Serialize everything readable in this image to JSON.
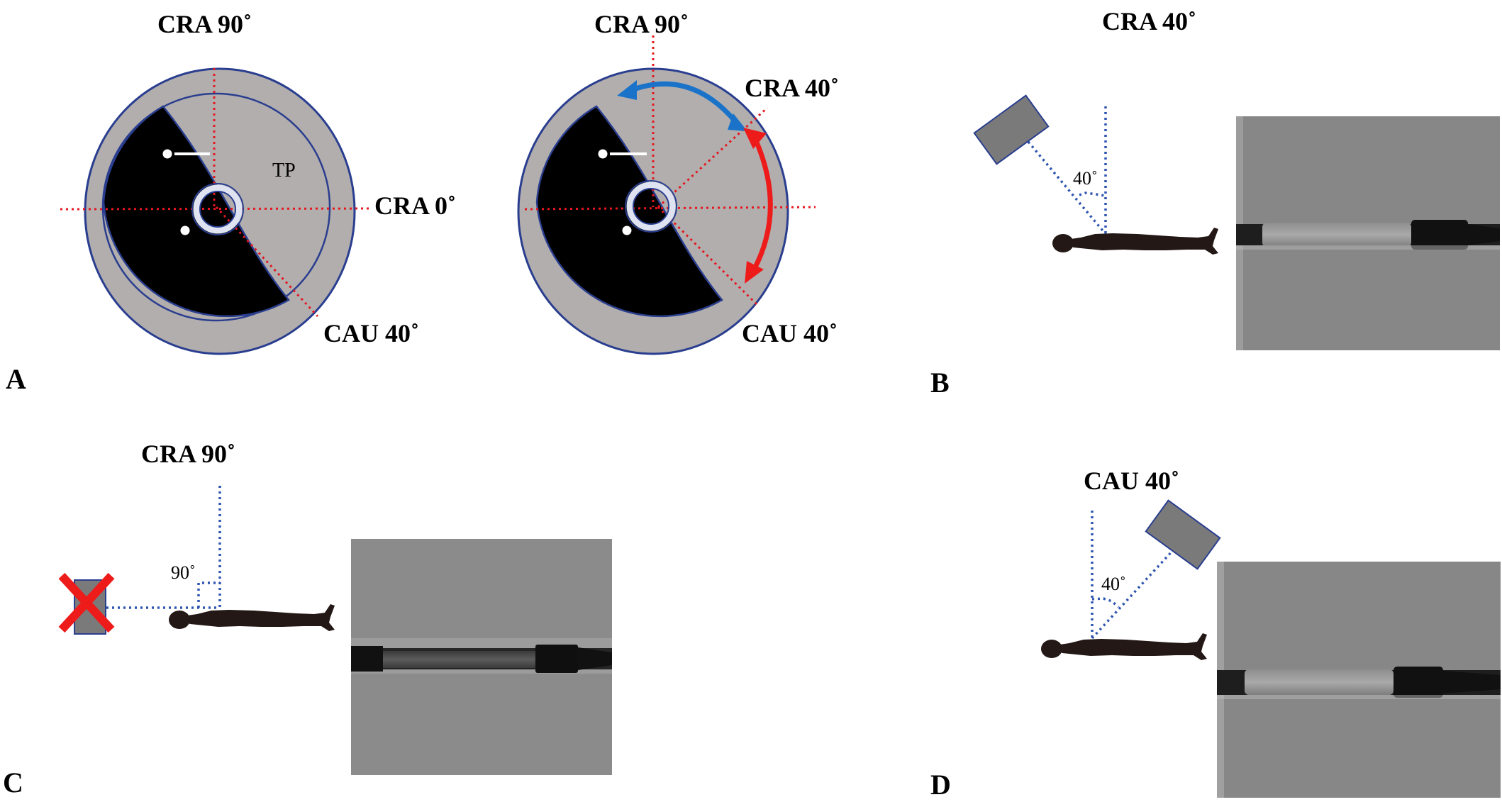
{
  "panels": {
    "a": "A",
    "b": "B",
    "c": "C",
    "d": "D"
  },
  "panel_a": {
    "left": {
      "top": "CRA 90˚",
      "right": "CRA 0˚",
      "bottom": "CAU 40˚",
      "tp": "TP"
    },
    "right": {
      "top": "CRA 90˚",
      "mid": "CRA 40˚",
      "bottom": "CAU 40˚"
    }
  },
  "panel_b": {
    "title": "CRA 40˚",
    "angle": "40˚"
  },
  "panel_c": {
    "title": "CRA 90˚",
    "angle": "90˚"
  },
  "panel_d": {
    "title": "CAU 40˚",
    "angle": "40˚"
  },
  "colors": {
    "ring_outer": "#b2aeae",
    "ring_stroke": "#2a3e8f",
    "lumen": "#000000",
    "guide_red": "#e5171f",
    "guide_blue": "#2e55b0",
    "arrow_blue": "#1a73c8",
    "arrow_red": "#ee1b1b",
    "detector": "#7a7a7a",
    "xray_bg": "#878787"
  }
}
